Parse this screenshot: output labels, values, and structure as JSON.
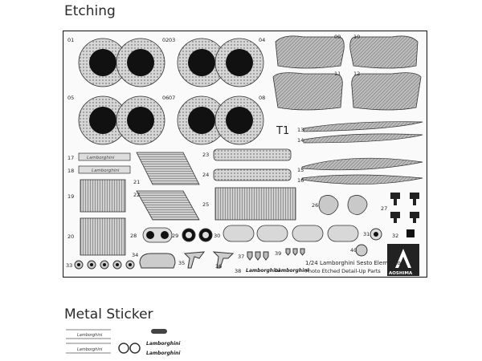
{
  "headings": {
    "etching": "Etching",
    "metal_sticker": "Metal Sticker"
  },
  "fret": {
    "sheet_label": "T1",
    "caption_line1": "1/24 Lamborghini Sesto Elemento",
    "caption_line2": "Photo Etched Detail-Up Parts",
    "logo_text": "AOSHIMA",
    "script_text": "Lamborghini",
    "part_numbers": [
      "01",
      "02",
      "03",
      "04",
      "05",
      "06",
      "07",
      "08",
      "09",
      "10",
      "11",
      "12",
      "13",
      "14",
      "15",
      "16",
      "17",
      "18",
      "19",
      "20",
      "21",
      "22",
      "23",
      "24",
      "25",
      "26",
      "27",
      "28",
      "29",
      "30",
      "31",
      "32",
      "33",
      "34",
      "35",
      "36",
      "37",
      "38",
      "39",
      "40"
    ]
  },
  "sticker": {
    "script_text": "Lamborghini"
  },
  "colors": {
    "ink": "#222222",
    "part_fill": "#d8d8d8",
    "mesh": "#8c8c8c",
    "dark": "#111111"
  }
}
